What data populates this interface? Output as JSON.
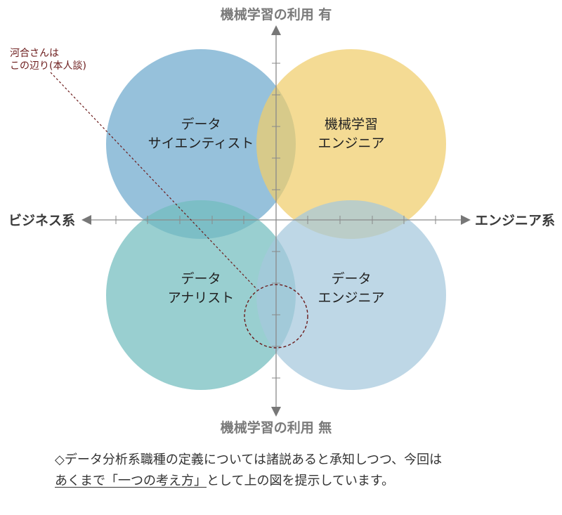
{
  "axes": {
    "top": "機械学習の利用 有",
    "bottom": "機械学習の利用 無",
    "left": "ビジネス系",
    "right": "エンジニア系"
  },
  "circles": [
    {
      "id": "data-scientist",
      "lines": [
        "データ",
        "サイエンティスト"
      ],
      "color": "#6ea9cd"
    },
    {
      "id": "ml-engineer",
      "lines": [
        "機械学習",
        "エンジニア"
      ],
      "color": "#f0cd6b"
    },
    {
      "id": "data-analyst",
      "lines": [
        "データ",
        "アナリスト"
      ],
      "color": "#72bdbe"
    },
    {
      "id": "data-engineer",
      "lines": [
        "データ",
        "エンジニア"
      ],
      "color": "#a5c8dc"
    }
  ],
  "note": {
    "lines": [
      "河合さんは",
      "この辺り(本人談)"
    ],
    "color": "#6b1a1a"
  },
  "caption": {
    "line1": "◇データ分析系職種の定義については諸説あると承知しつつ、今回は",
    "line2_underlined": "あくまで「一つの考え方」",
    "line2_rest": "として上の図を提示しています。"
  }
}
